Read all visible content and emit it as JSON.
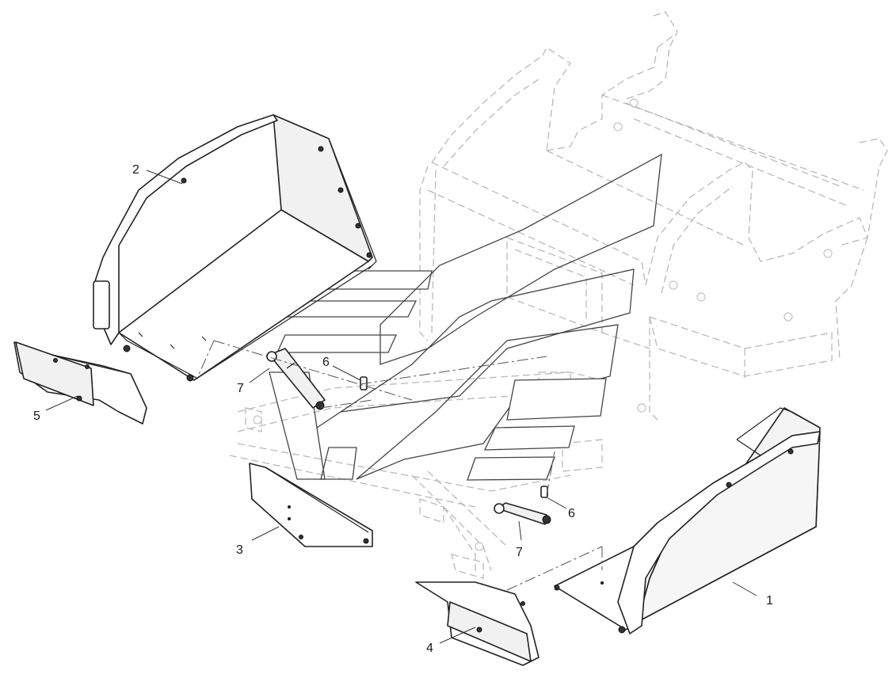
{
  "callouts": {
    "c1": "1",
    "c2": "2",
    "c3": "3",
    "c4": "4",
    "c5": "5",
    "c6a": "6",
    "c6b": "6",
    "c7a": "7",
    "c7b": "7"
  },
  "colors": {
    "line": "#222222",
    "ghost": "#b9b9b9",
    "background": "#ffffff"
  }
}
